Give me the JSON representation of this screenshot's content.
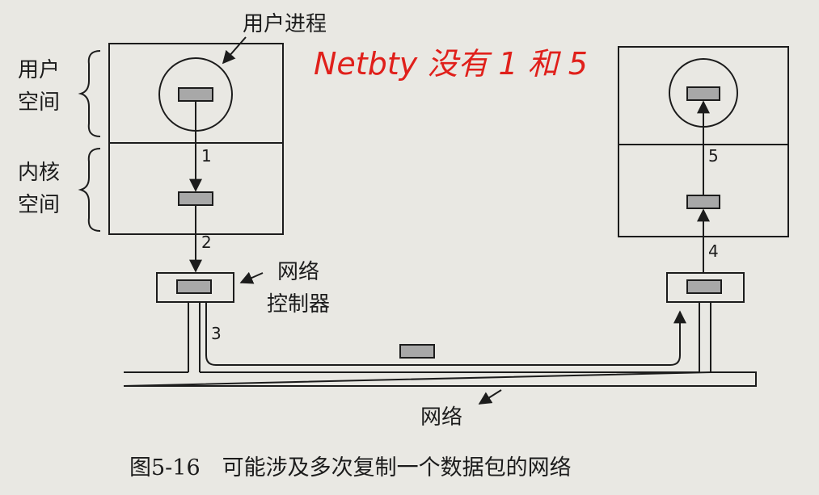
{
  "labels": {
    "user_process": "用户进程",
    "user_space": [
      "用户",
      "空间"
    ],
    "kernel_space": [
      "内核",
      "空间"
    ],
    "network_controller": [
      "网络",
      "控制器"
    ],
    "network": "网络",
    "handwritten_note": "Netbty 没有 1 和 5"
  },
  "steps": [
    "1",
    "2",
    "3",
    "4",
    "5"
  ],
  "caption": "图5-16　可能涉及多次复制一个数据包的网络",
  "colors": {
    "ink": "#1c1c1c",
    "packet_fill": "#a8a8a8",
    "paper": "#e9e8e3",
    "handwriting": "#e0201b"
  }
}
